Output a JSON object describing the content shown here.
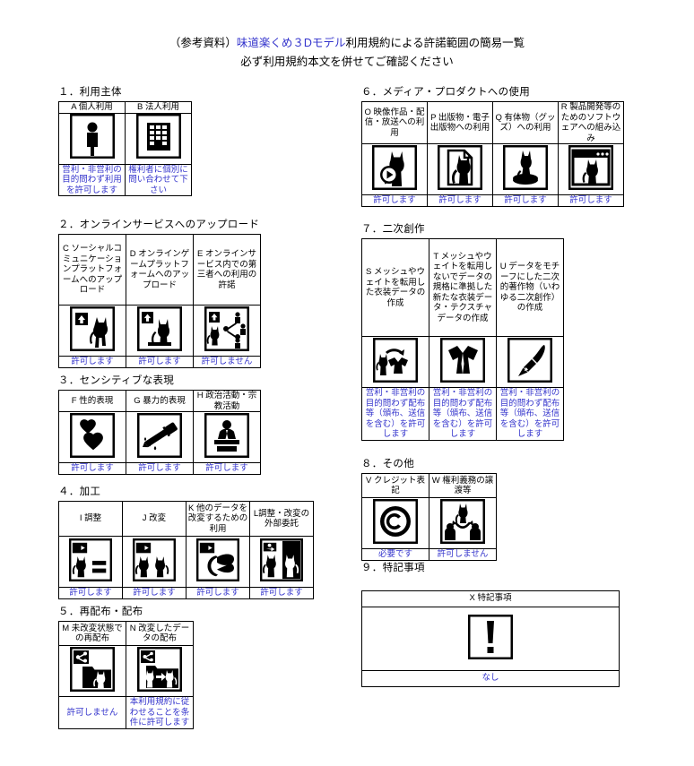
{
  "title": {
    "line1_prefix": "（参考資料）",
    "line1_blue": "味道楽くめ３Dモデル",
    "line1_suffix": "利用規約による許諾範囲の簡易一覧",
    "line2": "必ず利用規約本文を併せてご確認ください"
  },
  "sections": [
    {
      "id": "sec1",
      "heading": "１．利用主体",
      "items": [
        {
          "code": "A",
          "label": "A 個人利用",
          "icon": "person-icon",
          "permission": "営利・非営利の目的問わず利用を許可します"
        },
        {
          "code": "B",
          "label": "B 法人利用",
          "icon": "building-icon",
          "permission": "権利者に個別に問い合わせて下さい"
        }
      ]
    },
    {
      "id": "sec2",
      "heading": "２．オンラインサービスへのアップロード",
      "items": [
        {
          "code": "C",
          "label": "C ソーシャルコミュニケーションプラットフォームへのアップロード",
          "icon": "upload-cat-icon",
          "permission": "許可します"
        },
        {
          "code": "D",
          "label": "D オンラインゲームプラットフォームへのアップロード",
          "icon": "upload-monitor-cat-icon",
          "permission": "許可します"
        },
        {
          "code": "E",
          "label": "E オンラインサービス内での第三者への利用の許諾",
          "icon": "share-cat-people-icon",
          "permission": "許可しません"
        }
      ]
    },
    {
      "id": "sec3",
      "heading": "３．センシティブな表現",
      "items": [
        {
          "code": "F",
          "label": "F 性的表現",
          "icon": "hearts-icon",
          "permission": "許可します"
        },
        {
          "code": "G",
          "label": "G 暴力的表現",
          "icon": "knife-icon",
          "permission": "許可します"
        },
        {
          "code": "H",
          "label": "H 政治活動・宗教活動",
          "icon": "speaker-podium-icon",
          "permission": "許可します"
        }
      ]
    },
    {
      "id": "sec4",
      "heading": "４．加工",
      "items": [
        {
          "code": "I",
          "label": "I 調整",
          "icon": "arrow-cat-equal-icon",
          "permission": "許可します"
        },
        {
          "code": "J",
          "label": "J 改変",
          "icon": "arrow-two-cats-icon",
          "permission": "許可します"
        },
        {
          "code": "K",
          "label": "K 他のデータを改変するための利用",
          "icon": "arrow-ribbon-icon",
          "permission": "許可します"
        },
        {
          "code": "L",
          "label": "L調整・改変の外部委託",
          "icon": "cat-outsourcing-icon",
          "permission": "許可します"
        }
      ]
    },
    {
      "id": "sec5",
      "heading": "５．再配布・配布",
      "items": [
        {
          "code": "M",
          "label": "M 未改変状態での再配布",
          "icon": "share-folder-cat-icon",
          "permission": "許可しません"
        },
        {
          "code": "N",
          "label": "N 改変したデータの配布",
          "icon": "share-folder-modified-cat-icon",
          "permission": "本利用規約に従わせることを条件に許可します"
        }
      ]
    },
    {
      "id": "sec6",
      "heading": "６．メディア・プロダクトへの使用",
      "items": [
        {
          "code": "O",
          "label": "O 映像作品・配信・放送への利用",
          "icon": "play-cat-icon",
          "permission": "許可します"
        },
        {
          "code": "P",
          "label": "P 出版物・電子出版物への利用",
          "icon": "paper-cat-icon",
          "permission": "許可します"
        },
        {
          "code": "Q",
          "label": "Q 有体物（グッズ）への利用",
          "icon": "figure-cat-icon",
          "permission": "許可します"
        },
        {
          "code": "R",
          "label": "R 製品開発等のためのソフトウェアへの組み込み",
          "icon": "window-cat-icon",
          "permission": "許可します"
        }
      ]
    },
    {
      "id": "sec7",
      "heading": "７．二次創作",
      "items": [
        {
          "code": "S",
          "label": "S メッシュやウェイトを転用した衣装データの作成",
          "icon": "cat-to-clothes-icon",
          "permission": "営利・非営利の目的問わず配布等（頒布、送信を含む）を許可します"
        },
        {
          "code": "T",
          "label": "T メッシュやウェイトを転用しないでデータの規格に準拠した新たな衣装データ・テクスチャデータの作成",
          "icon": "clothes-icon",
          "permission": "営利・非営利の目的問わず配布等（頒布、送信を含む）を許可します"
        },
        {
          "code": "U",
          "label": "U データをモチーフにした二次的著作物（いわゆる二次創作）の作成",
          "icon": "brush-icon",
          "permission": "営利・非営利の目的問わず配布等（頒布、送信を含む）を許可します"
        }
      ]
    },
    {
      "id": "sec8",
      "heading": "８．その他",
      "items": [
        {
          "code": "V",
          "label": "V クレジット表記",
          "icon": "copyright-icon",
          "permission": "必要です"
        },
        {
          "code": "W",
          "label": "W 権利義務の譲渡等",
          "icon": "transfer-rights-icon",
          "permission": "許可しません"
        }
      ]
    },
    {
      "id": "sec9",
      "heading": "９．特記事項",
      "items": [
        {
          "code": "X",
          "label": "X 特記事項",
          "icon": "exclamation-icon",
          "permission": "なし"
        }
      ]
    }
  ],
  "colors": {
    "permission_text": "#3333cc",
    "title_accent": "#3333cc",
    "border": "#000000",
    "background": "#ffffff"
  }
}
